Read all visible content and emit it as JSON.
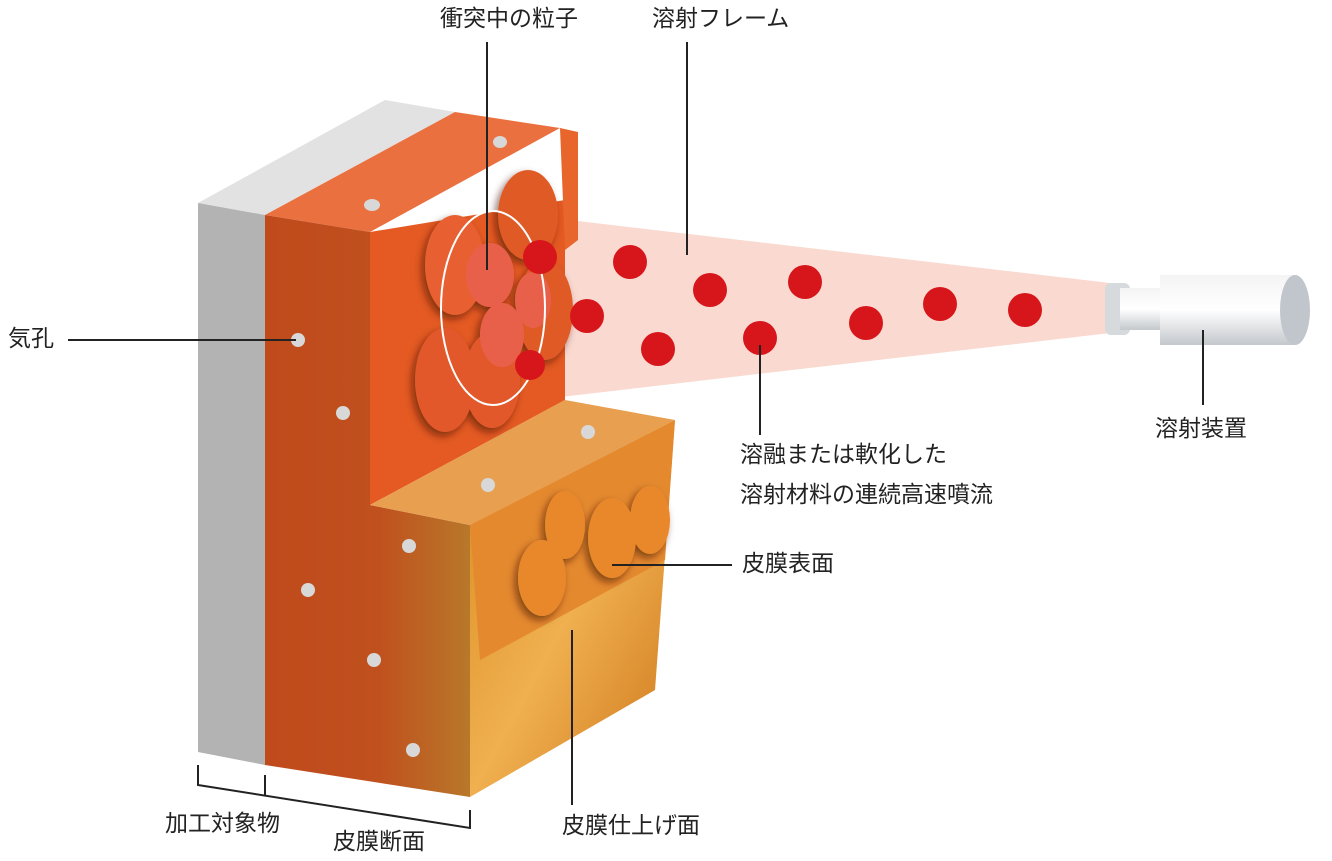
{
  "labels": {
    "colliding_particles": "衝突中の粒子",
    "spray_flame": "溶射フレーム",
    "pore": "気孔",
    "spray_device": "溶射装置",
    "stream_line1": "溶融または軟化した",
    "stream_line2": "溶射材料の連続高速噴流",
    "coating_surface": "皮膜表面",
    "coating_finish_surface": "皮膜仕上げ面",
    "workpiece": "加工対象物",
    "coating_cross_section": "皮膜断面"
  },
  "colors": {
    "coating": "#e0551e",
    "substrate": "#b3b3b3",
    "particle": "#d7161b",
    "flame": "#f9d9d0",
    "finish": "#e58a22"
  }
}
